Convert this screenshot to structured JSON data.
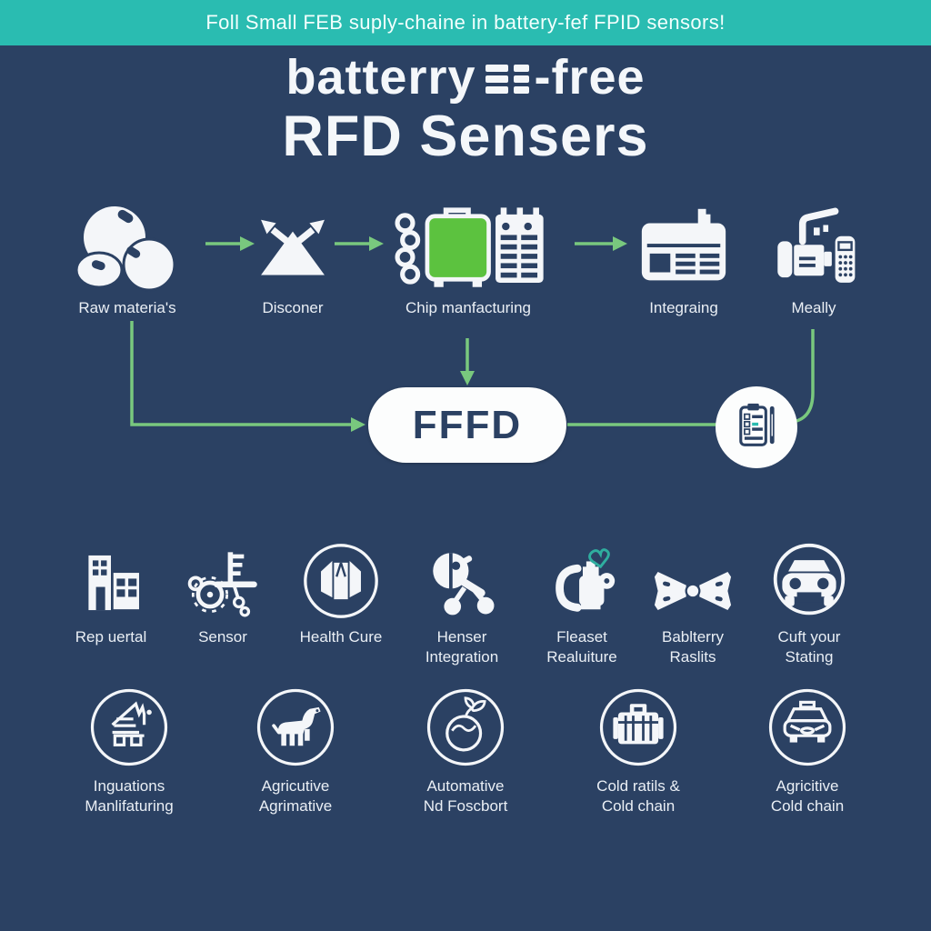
{
  "colors": {
    "background": "#2b4163",
    "banner_teal": "#2abcb1",
    "connector_green": "#79c87e",
    "chip_green": "#5cc23f",
    "icon_white": "#f4f6f9",
    "pill_text_navy": "#2b4163",
    "heart_teal": "#2fae9f"
  },
  "banner": {
    "text": "Foll Small FEB suply-chaine in battery-fef FPID sensors!"
  },
  "title": {
    "line1_pre": "batterry",
    "line1_post": "-free",
    "line2": "RFD Sensers"
  },
  "flow": {
    "pill_label": "FFFD",
    "steps": [
      {
        "label": "Raw materia's"
      },
      {
        "label": "Disconer"
      },
      {
        "label": "Chip manfacturing"
      },
      {
        "label": "Integraing"
      },
      {
        "label": "Meally"
      }
    ]
  },
  "applications_row1": [
    {
      "label": "Rep uertal"
    },
    {
      "label": "Sensor"
    },
    {
      "label": "Health Cure"
    },
    {
      "label": "Henser\nIntegration"
    },
    {
      "label": "Fleaset\nRealuiture"
    },
    {
      "label": "Bablterry\nRaslits"
    },
    {
      "label": "Cuft your\nStating"
    }
  ],
  "applications_row2": [
    {
      "label": "Inguations\nManlifaturing"
    },
    {
      "label": "Agricutive\nAgrimative"
    },
    {
      "label": "Automative\nNd Foscbort"
    },
    {
      "label": "Cold ratils &\nCold chain"
    },
    {
      "label": "Agricitive\nCold chain"
    }
  ]
}
